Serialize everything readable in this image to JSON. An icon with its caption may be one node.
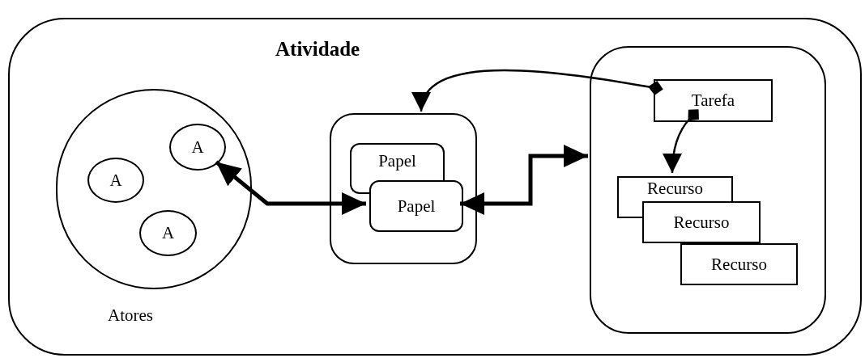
{
  "diagram": {
    "nodes": [
      {
        "text": [
          "Atividade"
        ]
      },
      {
        "text": [
          "Atores"
        ],
        "in": 0
      },
      {
        "text": [
          "A"
        ],
        "in": 1
      },
      {
        "text": [
          "A"
        ],
        "in": 1
      },
      {
        "text": [
          "A"
        ],
        "in": 1
      },
      {
        "text": [],
        "shape": "box",
        "in": 0
      },
      {
        "text": [
          "Papel"
        ],
        "in": 5
      },
      {
        "text": [
          "Papel"
        ],
        "in": 5
      },
      {
        "text": [],
        "shape": "box",
        "in": 0
      },
      {
        "text": [
          "Tarefa"
        ],
        "in": 8
      },
      {
        "text": [
          "Recurso"
        ],
        "in": 8
      },
      {
        "text": [
          "Recurso"
        ],
        "in": 8
      },
      {
        "text": [
          "Recurso"
        ],
        "in": 8
      }
    ],
    "edges": [
      {
        "from": 3,
        "to": 7,
        "arrow": "both",
        "style": "thick"
      },
      {
        "from": 7,
        "to": 8,
        "arrow": "both",
        "style": "thick"
      },
      {
        "from": 9,
        "to": 5,
        "arrow": "to"
      },
      {
        "from": 9,
        "to": 10,
        "arrow": "to"
      }
    ]
  }
}
